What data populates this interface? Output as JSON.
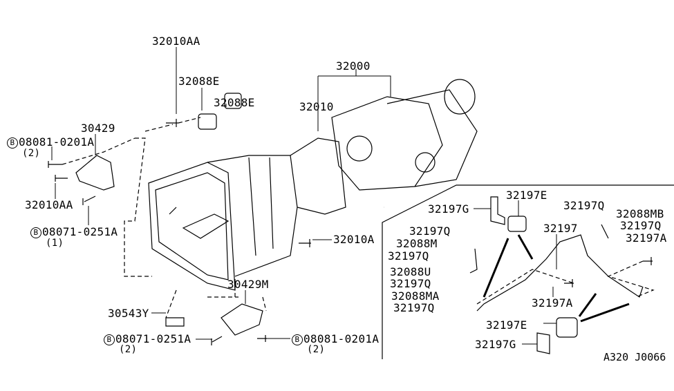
{
  "diagram_code": "A320 J0066",
  "bolt_marker": "B",
  "labels": {
    "l32010AA_top": "32010AA",
    "l32088E_a": "32088E",
    "l32088E_b": "32088E",
    "l32000": "32000",
    "l32010": "32010",
    "l30429": "30429",
    "l08081_top": "08081-0201A",
    "l08081_top_qty": "(2)",
    "l32010AA_left": "32010AA",
    "l08071_left": "08071-0251A",
    "l08071_left_qty": "(1)",
    "l32010A": "32010A",
    "l30429M": "30429M",
    "l30543Y": "30543Y",
    "l08071_bottom": "08071-0251A",
    "l08071_bottom_qty": "(2)",
    "l08081_bottom": "08081-0201A",
    "l08081_bottom_qty": "(2)",
    "r32197G_top": "32197G",
    "r32197E_top": "32197E",
    "r32197Q_top": "32197Q",
    "r32088MB": "32088MB",
    "r32197Q_mb": "32197Q",
    "r32197A_right": "32197A",
    "r32197": "32197",
    "r32197Q_1": "32197Q",
    "r32088M": "32088M",
    "r32197Q_2": "32197Q",
    "r32088U": "32088U",
    "r32197Q_3": "32197Q",
    "r32088MA": "32088MA",
    "r32197Q_4": "32197Q",
    "r32197A_mid": "32197A",
    "r32197E_bottom": "32197E",
    "r32197G_bottom": "32197G"
  }
}
